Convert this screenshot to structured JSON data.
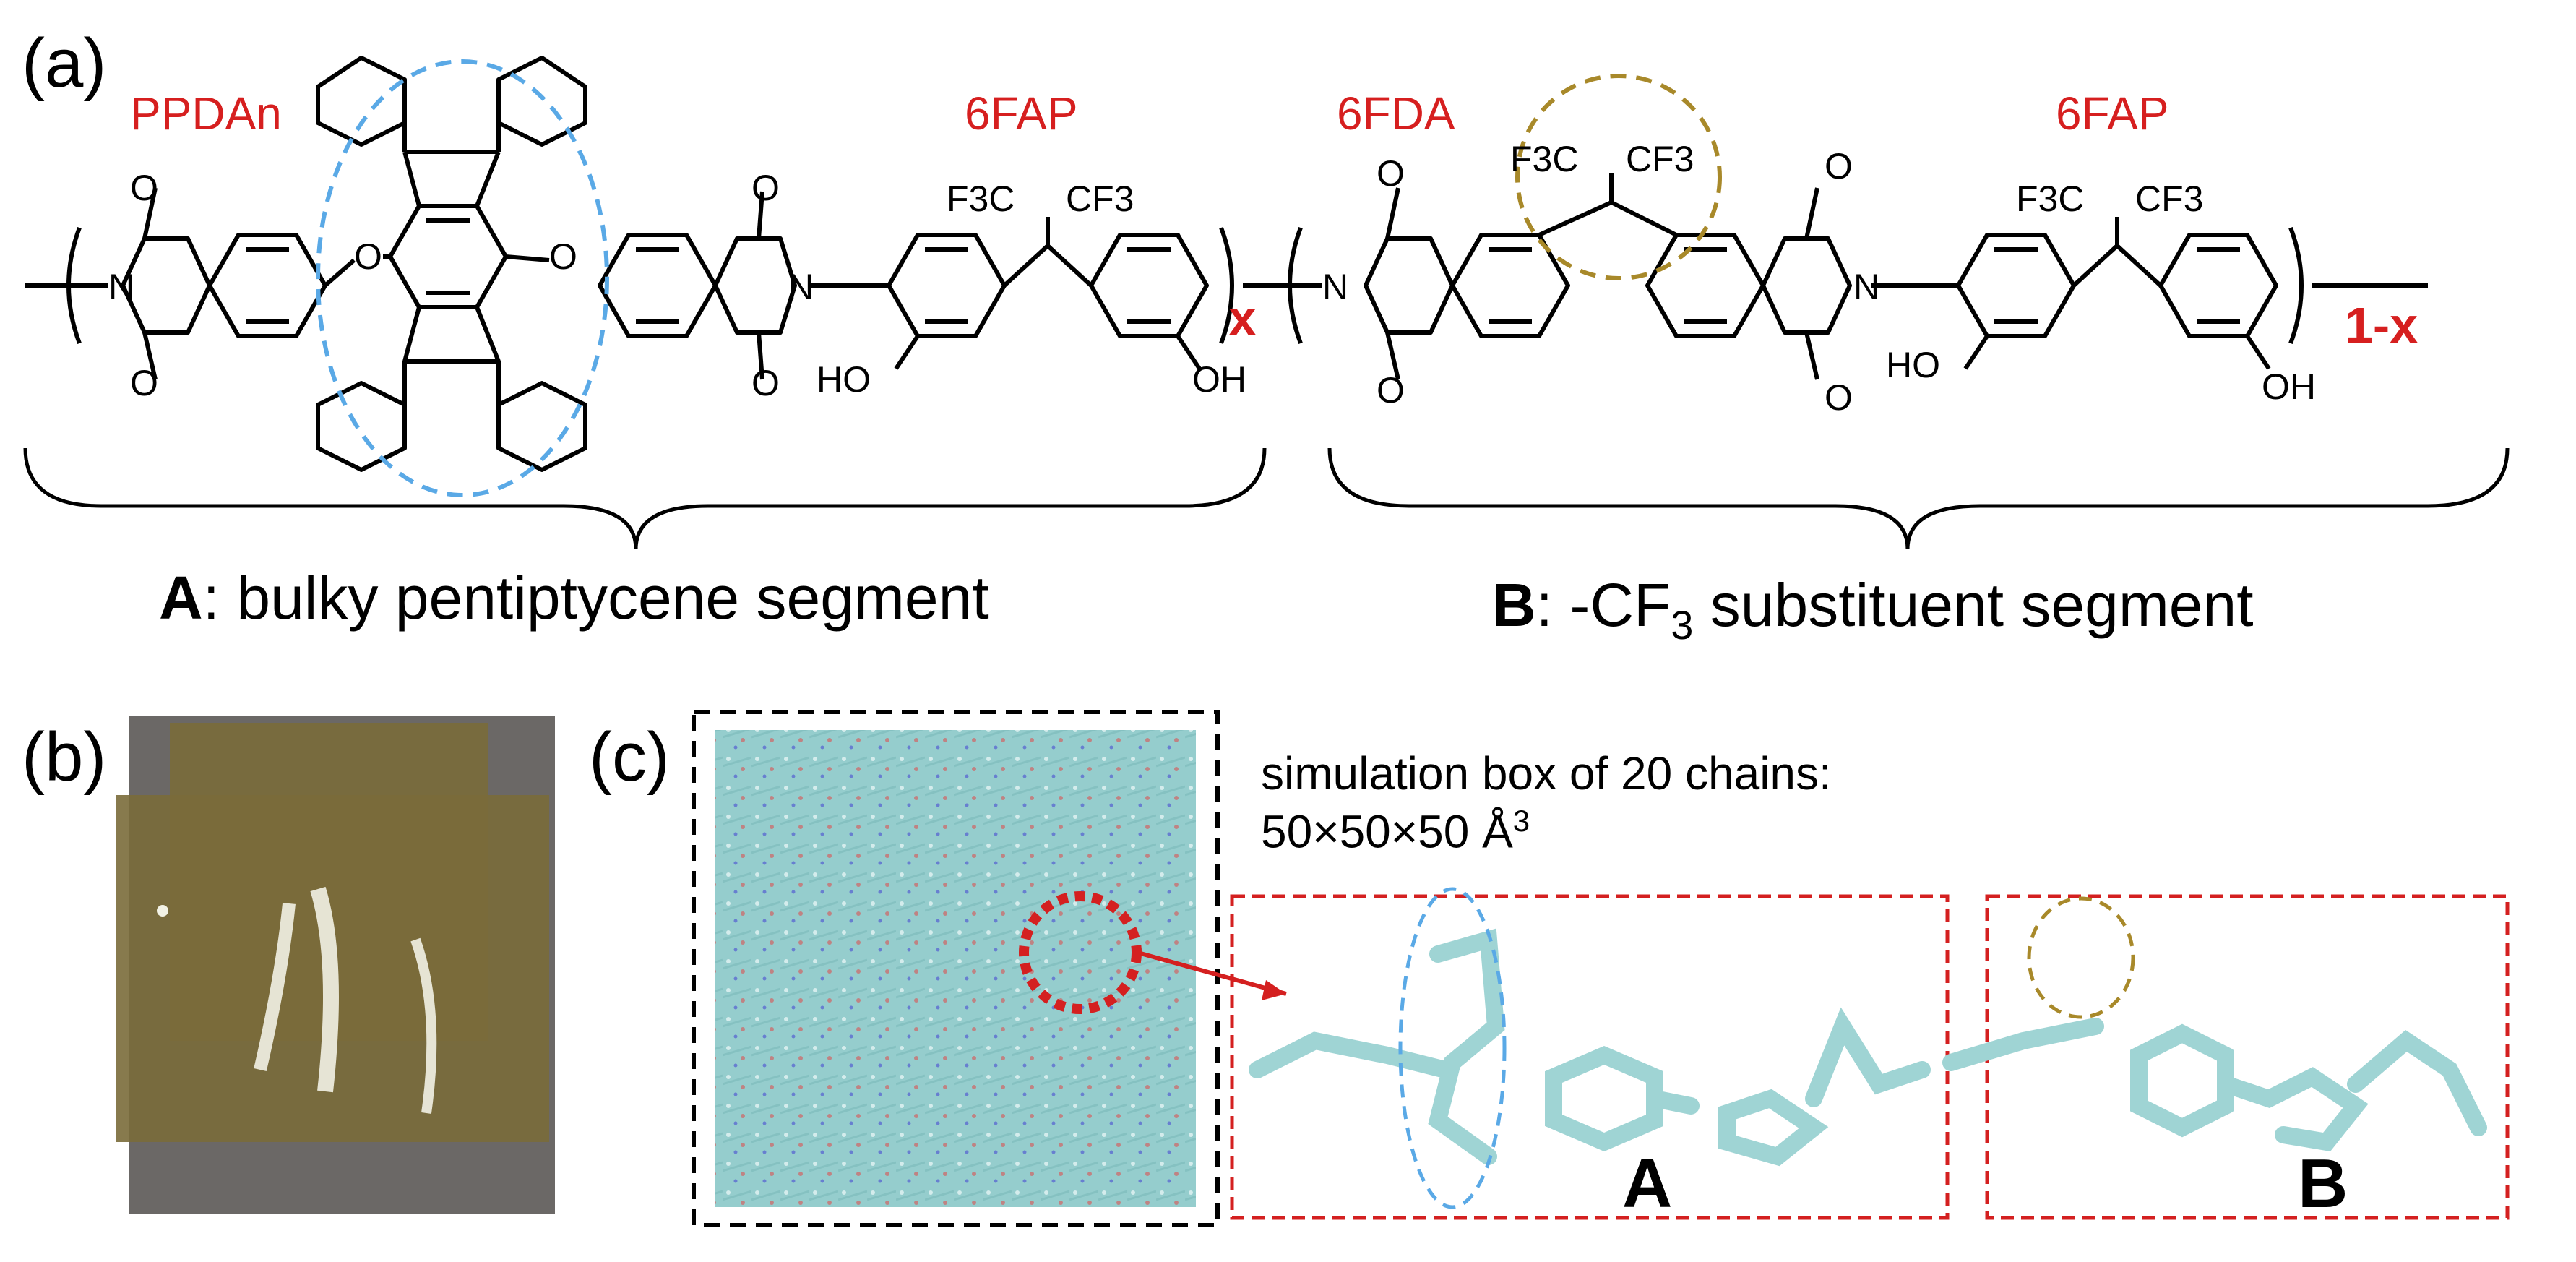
{
  "panels": {
    "a": "(a)",
    "b": "(b)",
    "c": "(c)"
  },
  "monomers": {
    "ppdan": "PPDAn",
    "fap1": "6FAP",
    "fda": "6FDA",
    "fap2": "6FAP"
  },
  "atoms": {
    "o": "O",
    "n": "N",
    "ho": "HO",
    "oh": "OH",
    "f3c": "F3C",
    "cf3": "CF3"
  },
  "subscripts": {
    "x": "x",
    "one_minus_x": "1-x"
  },
  "segments": {
    "a_letter": "A",
    "a_text": ": bulky pentiptycene segment",
    "b_letter": "B",
    "b_text_pre": ": -CF",
    "b_text_sub": "3",
    "b_text_post": " substituent segment"
  },
  "simulation": {
    "line1": "simulation box of 20 chains:",
    "line2": "50×50×50 Å",
    "line2_sup": "3"
  },
  "zoom_labels": {
    "a": "A",
    "b": "B"
  },
  "colors": {
    "label_red": "#d61f1f",
    "blue_dash": "#5aa9e6",
    "gold_dash": "#a8892a",
    "red_dash": "#d42020",
    "film_bg": "#6b6866",
    "film": "#7a6c3a",
    "stick": "#9fd4d4"
  }
}
